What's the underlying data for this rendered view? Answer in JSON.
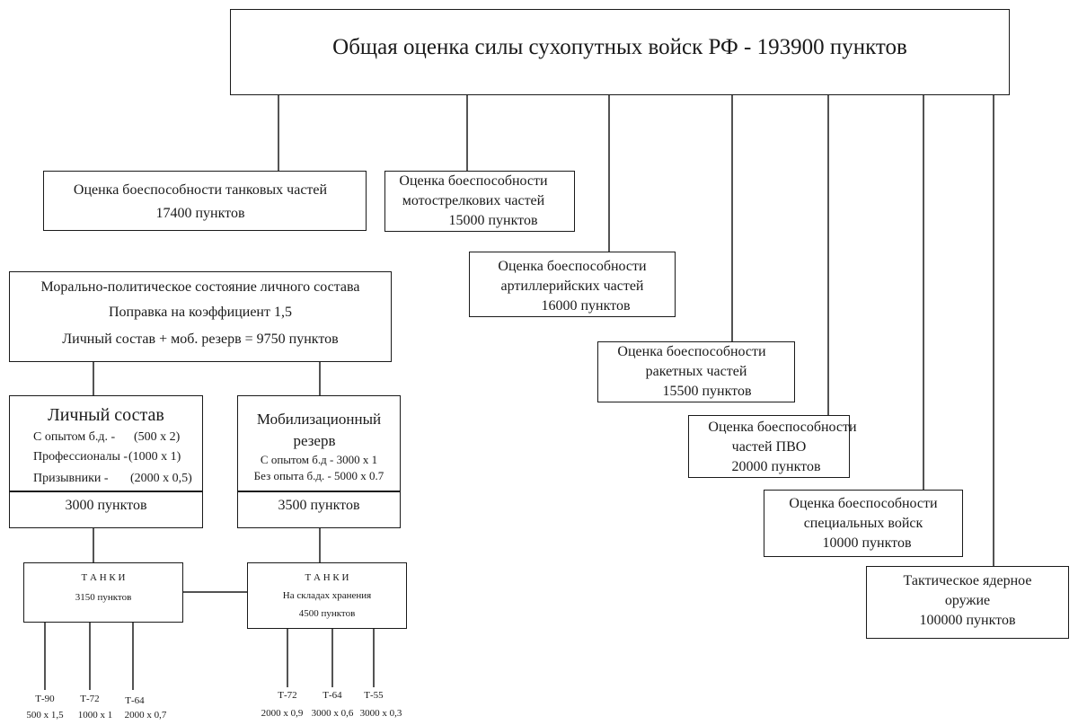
{
  "title": "Общая оценка силы сухопутных войск РФ - 193900 пунктов",
  "units": {
    "tank": {
      "line1": "Оценка боеспособности танковых частей",
      "points": "17400 пунктов"
    },
    "motor": {
      "line1": "Оценка боеспособности",
      "line2": "мотострелкових частей",
      "points": "15000 пунктов"
    },
    "artillery": {
      "line1": "Оценка боеспособности",
      "line2": "артиллерийских частей",
      "points": "16000 пунктов"
    },
    "rocket": {
      "line1": "Оценка боеспособности",
      "line2": "ракетных частей",
      "points": "15500 пунктов"
    },
    "pvo": {
      "line1": "Оценка боеспособности",
      "line2": "частей ПВО",
      "points": "20000 пунктов"
    },
    "special": {
      "line1": "Оценка боеспособности",
      "line2": "специальных войск",
      "points": "10000 пунктов"
    },
    "nuclear": {
      "line1": "Тактическое ядерное",
      "line2": "оружие",
      "points": "100000 пунктов"
    }
  },
  "morale": {
    "line1": "Морально-политическое состояние личного состава",
    "line2": "Поправка на коэффициент 1,5",
    "line3": "Личный состав + моб. резерв = 9750 пунктов"
  },
  "personnel": {
    "heading": "Личный состав",
    "rows": [
      {
        "label": "С опытом б.д. -",
        "value": "(500 x 2)"
      },
      {
        "label": "Профессионалы -",
        "value": "(1000 x 1)"
      },
      {
        "label": "Призывники -",
        "value": "(2000 x 0,5)"
      }
    ],
    "points": "3000 пунктов"
  },
  "reserve": {
    "heading1": "Мобилизационный",
    "heading2": "резерв",
    "row1": "С опытом б.д - 3000 x 1",
    "row2": "Без опыта б.д. - 5000 x 0.7",
    "points": "3500 пунктов"
  },
  "tanks_left": {
    "heading": "Т А Н К И",
    "points": "3150 пунктов",
    "items": [
      {
        "name": "Т-90",
        "calc": "500 x 1,5"
      },
      {
        "name": "Т-72",
        "calc": "1000 x 1"
      },
      {
        "name": "Т-64",
        "calc": "2000 x 0,7"
      }
    ]
  },
  "tanks_right": {
    "heading": "Т А Н К И",
    "sub": "На складах хранения",
    "points": "4500 пунктов",
    "items": [
      {
        "name": "Т-72",
        "calc": "2000 x 0,9"
      },
      {
        "name": "Т-64",
        "calc": "3000 x 0,6"
      },
      {
        "name": "Т-55",
        "calc": "3000 x 0,3"
      }
    ]
  }
}
